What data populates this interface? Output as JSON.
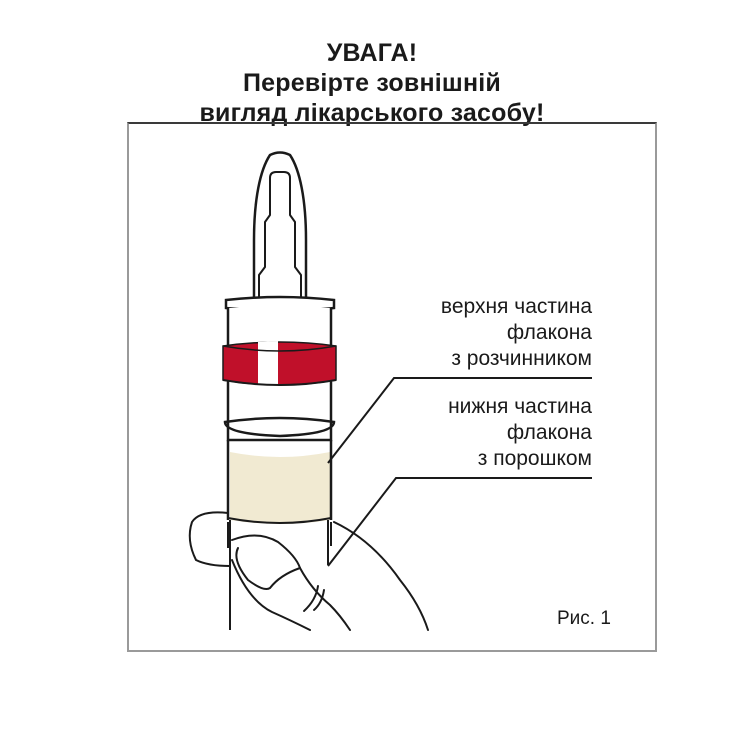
{
  "title": {
    "line1": "УВАГА!",
    "line2": "Перевірте зовнішній",
    "line3": "вигляд лікарського засобу!"
  },
  "labels": {
    "upper": {
      "line1": "верхня частина",
      "line2": "флакона",
      "line3": "з розчинником"
    },
    "lower": {
      "line1": "нижня частина",
      "line2": "флакона",
      "line3": "з порошком"
    }
  },
  "figure_caption": "Рис. 1",
  "colors": {
    "red_band": "#c0102a",
    "powder": "#f1ead2",
    "outline": "#1a1a1a"
  }
}
